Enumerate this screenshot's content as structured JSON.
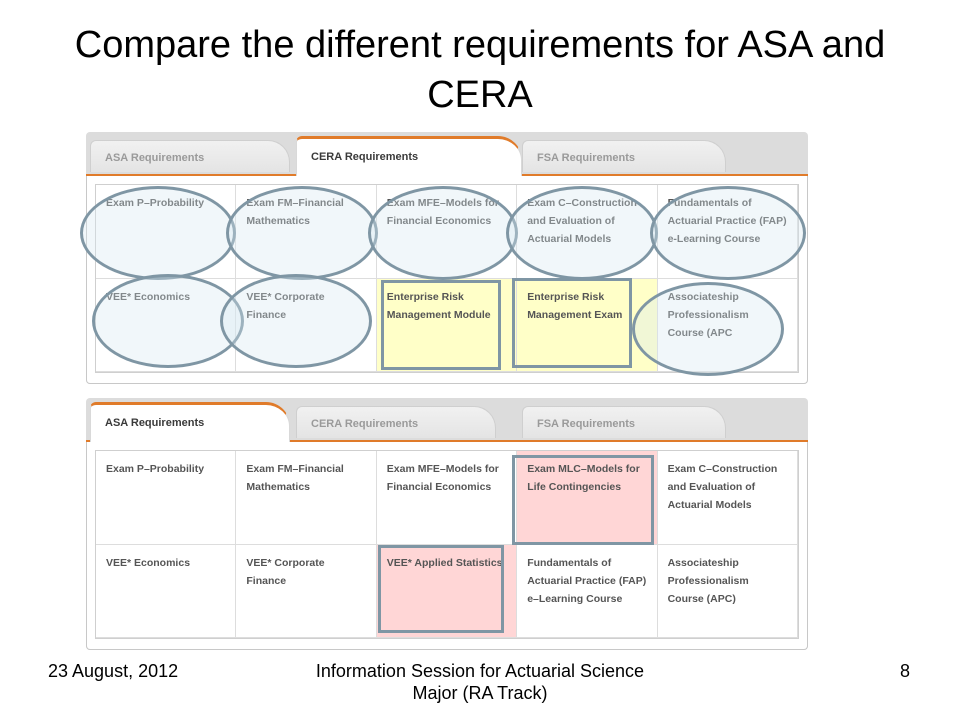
{
  "title": "Compare the different requirements for ASA and CERA",
  "tabs": {
    "asa": "ASA Requirements",
    "cera": "CERA Requirements",
    "fsa": "FSA Requirements"
  },
  "cera_grid": [
    "Exam P–Probability",
    "Exam FM–Financial Mathematics",
    "Exam MFE–Models for Financial Economics",
    "Exam C–Construction and Evaluation of Actuarial Models",
    "Fundamentals of Actuarial Practice (FAP) e-Learning Course",
    "VEE* Economics",
    "VEE* Corporate Finance",
    "Enterprise Risk Management Module",
    "Enterprise Risk Management Exam",
    "Associateship Professionalism Course (APC"
  ],
  "asa_grid": [
    "Exam P–Probability",
    "Exam FM–Financial Mathematics",
    "Exam MFE–Models for Financial Economics",
    "Exam MLC–Models for Life Contingencies",
    "Exam C–Construction and Evaluation of Actuarial Models",
    "VEE* Economics",
    "VEE* Corporate Finance",
    "VEE* Applied Statistics",
    "Fundamentals of Actuarial Practice (FAP) e–Learning Course",
    "Associateship Professionalism Course (APC)"
  ],
  "footer": {
    "date": "23 August, 2012",
    "center": "Information Session for Actuarial Science Major (RA Track)",
    "page": "8"
  },
  "colors": {
    "accent": "#e07b2a",
    "highlight_yellow": "#ffffc8",
    "highlight_pink": "#ffd6d6",
    "annotation": "#7f96a4"
  }
}
